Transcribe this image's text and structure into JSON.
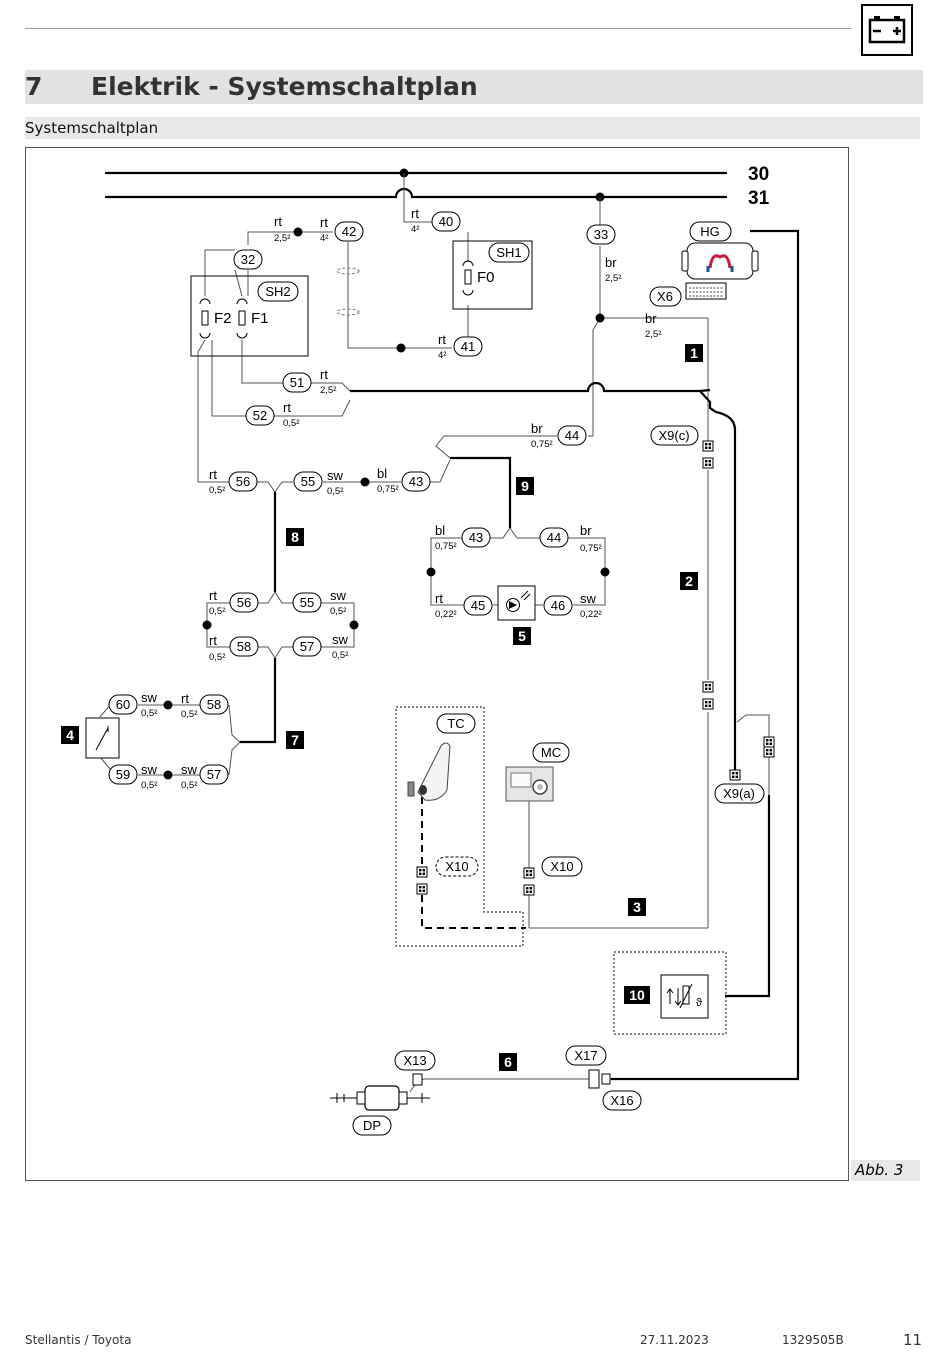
{
  "header": {
    "chapter_number": "7",
    "chapter_title": "Elektrik - Systemschaltplan",
    "section_title": "Systemschaltplan",
    "icon": "battery-icon"
  },
  "figure_caption": "Abb. 3",
  "bus": {
    "plus": "30",
    "ground": "31"
  },
  "components": {
    "hg": "HG",
    "x6": "X6",
    "sh1": "SH1",
    "sh2": "SH2",
    "f0": "F0",
    "f1": "F1",
    "f2": "F2",
    "x9c": "X9(c)",
    "x9a": "X9(a)",
    "tc": "TC",
    "mc": "MC",
    "x10_left": "X10",
    "x10_right": "X10",
    "x13": "X13",
    "x16": "X16",
    "x17": "X17",
    "dp": "DP"
  },
  "nodes": {
    "n30": "30",
    "n31": "31",
    "n32": "32",
    "n33": "33",
    "n40": "40",
    "n41": "41",
    "n42": "42",
    "n43a": "43",
    "n43b": "43",
    "n44a": "44",
    "n44b": "44",
    "n45": "45",
    "n46": "46",
    "n51": "51",
    "n52": "52",
    "n55a": "55",
    "n55b": "55",
    "n56a": "56",
    "n56b": "56",
    "n57a": "57",
    "n57b": "57",
    "n58a": "58",
    "n58b": "58",
    "n59": "59",
    "n60": "60"
  },
  "harness_markers": [
    "1",
    "2",
    "3",
    "4",
    "5",
    "6",
    "7",
    "8",
    "9",
    "10"
  ],
  "wires": {
    "w_rt_25_top_c": "rt",
    "w_rt_25_top_s": "2,5²",
    "w_rt_4_42_c": "rt",
    "w_rt_4_42_s": "4²",
    "w_rt_4_40_c": "rt",
    "w_rt_4_40_s": "4²",
    "w_rt_4_41_c": "rt",
    "w_rt_4_41_s": "4²",
    "w_br_25_33_c": "br",
    "w_br_25_33_s": "2,5²",
    "w_br_25_hg_c": "br",
    "w_br_25_hg_s": "2,5²",
    "w_rt_25_51_c": "rt",
    "w_rt_25_51_s": "2,5²",
    "w_rt_05_52_c": "rt",
    "w_rt_05_52_s": "0,5²",
    "w_br_075_44_c": "br",
    "w_br_075_44_s": "0,75²",
    "w_rt_05_56a_c": "rt",
    "w_rt_05_56a_s": "0,5²",
    "w_sw_05_55a_c": "sw",
    "w_sw_05_55a_s": "0,5²",
    "w_bl_075_43a_c": "bl",
    "w_bl_075_43a_s": "0,75²",
    "w_bl_075_43b_c": "bl",
    "w_bl_075_43b_s": "0,75²",
    "w_br_075_44b_c": "br",
    "w_br_075_44b_s": "0,75²",
    "w_rt_022_45_c": "rt",
    "w_rt_022_45_s": "0,22²",
    "w_sw_022_46_c": "sw",
    "w_sw_022_46_s": "0,22²",
    "w_rt_05_56b_c": "rt",
    "w_rt_05_56b_s": "0,5²",
    "w_sw_05_55b_c": "sw",
    "w_sw_05_55b_s": "0,5²",
    "w_rt_05_58a_c": "rt",
    "w_rt_05_58a_s": "0,5²",
    "w_sw_05_57a_c": "sw",
    "w_sw_05_57a_s": "0,5²",
    "w_sw_05_60_c": "sw",
    "w_sw_05_60_s": "0,5²",
    "w_rt_05_58b_c": "rt",
    "w_rt_05_58b_s": "0,5²",
    "w_sw_05_59_c": "sw",
    "w_sw_05_59_s": "0,5²",
    "w_sw_05_57b_c": "sw",
    "w_sw_05_57b_s": "0,5²"
  },
  "footer": {
    "brand": "Stellantis / Toyota",
    "date": "27.11.2023",
    "doc_number": "1329505B",
    "page": "11"
  }
}
